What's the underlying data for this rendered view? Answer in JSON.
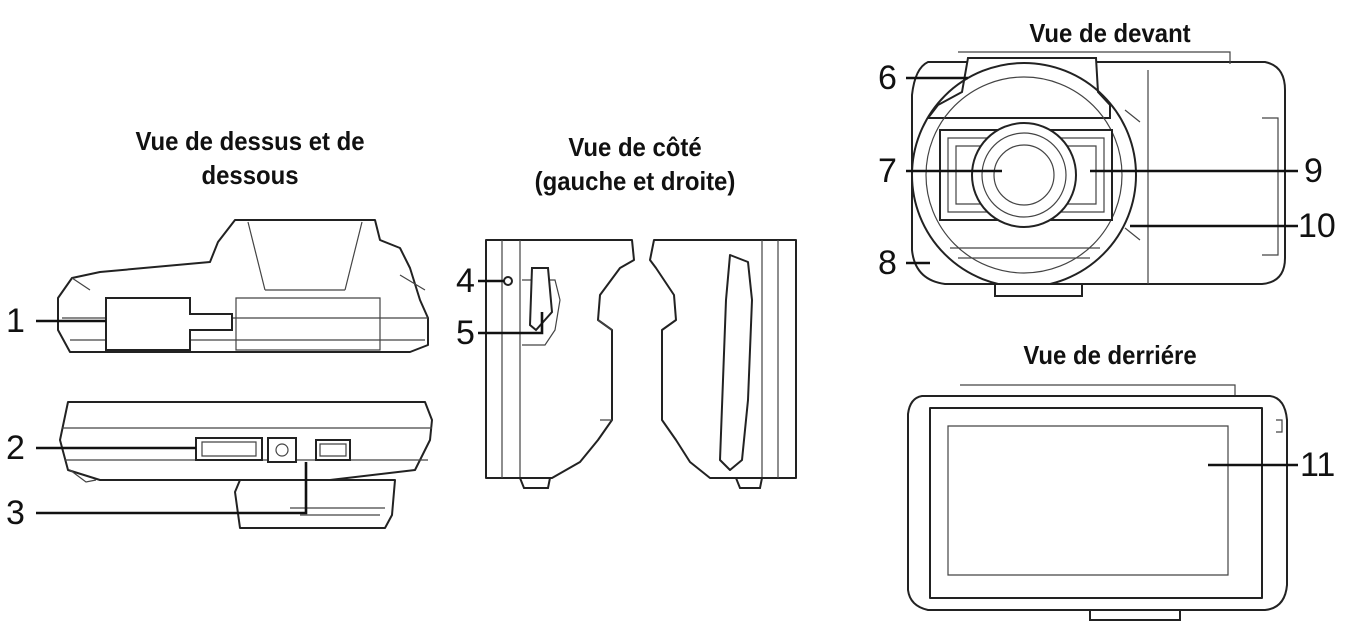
{
  "views": {
    "top_bottom_line1": "Vue de dessus et de",
    "top_bottom_line2": "dessous",
    "side_line1": "Vue de côté",
    "side_line2": "(gauche et droite)",
    "front": "Vue de devant",
    "rear": "Vue de derriére"
  },
  "callouts": [
    "1",
    "2",
    "3",
    "4",
    "5",
    "6",
    "7",
    "8",
    "9",
    "10",
    "11"
  ],
  "colors": {
    "line": "#222222",
    "background": "#ffffff"
  }
}
